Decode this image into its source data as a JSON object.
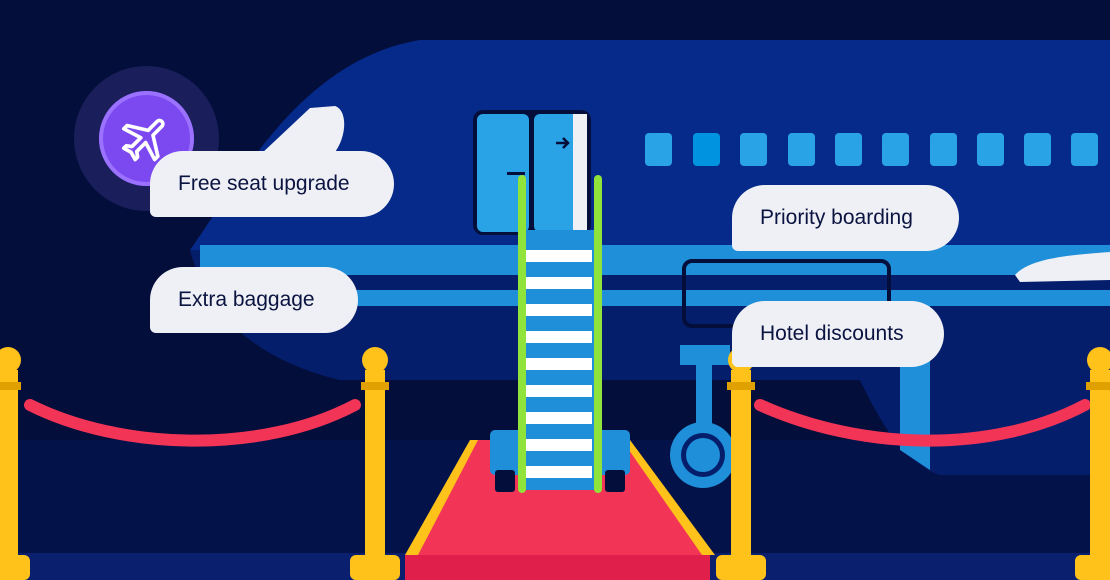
{
  "perks": {
    "free_seat_upgrade": "Free seat upgrade",
    "extra_baggage": "Extra baggage",
    "priority_boarding": "Priority boarding",
    "hotel_discounts": "Hotel discounts"
  },
  "badge": {
    "icon": "airplane-icon"
  },
  "colors": {
    "background": "#030e3a",
    "fuselage": "#062a8a",
    "stripe": "#1e8fd8",
    "red_carpet": "#f23457",
    "rope": "#f23457",
    "stanchion": "#ffc21a",
    "badge": "#7c49f0",
    "pill": "#eef0f6"
  }
}
